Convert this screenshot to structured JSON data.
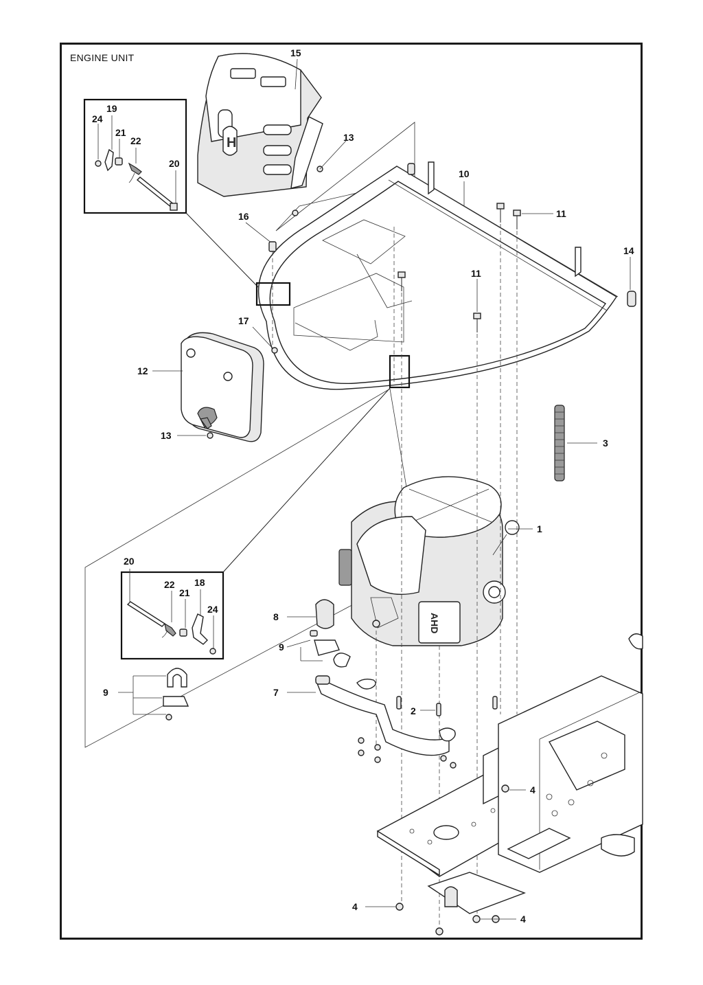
{
  "section_title": "ENGINE UNIT",
  "callouts": [
    {
      "id": "c15",
      "text": "15"
    },
    {
      "id": "c13a",
      "text": "13"
    },
    {
      "id": "c10",
      "text": "10"
    },
    {
      "id": "c11a",
      "text": "11"
    },
    {
      "id": "c16",
      "text": "16"
    },
    {
      "id": "c14",
      "text": "14"
    },
    {
      "id": "c11b",
      "text": "11"
    },
    {
      "id": "c17",
      "text": "17"
    },
    {
      "id": "c12",
      "text": "12"
    },
    {
      "id": "c13b",
      "text": "13"
    },
    {
      "id": "c3",
      "text": "3"
    },
    {
      "id": "c1",
      "text": "1"
    },
    {
      "id": "c8",
      "text": "8"
    },
    {
      "id": "c9a",
      "text": "9"
    },
    {
      "id": "c9b",
      "text": "9"
    },
    {
      "id": "c7",
      "text": "7"
    },
    {
      "id": "c2",
      "text": "2"
    },
    {
      "id": "c4a",
      "text": "4"
    },
    {
      "id": "c4b",
      "text": "4"
    },
    {
      "id": "c4c",
      "text": "4"
    }
  ],
  "detail_top": {
    "labels": [
      "19",
      "24",
      "21",
      "22",
      "20"
    ]
  },
  "detail_bottom": {
    "labels": [
      "20",
      "22",
      "21",
      "18",
      "24"
    ]
  },
  "engine_decal": "AHD"
}
